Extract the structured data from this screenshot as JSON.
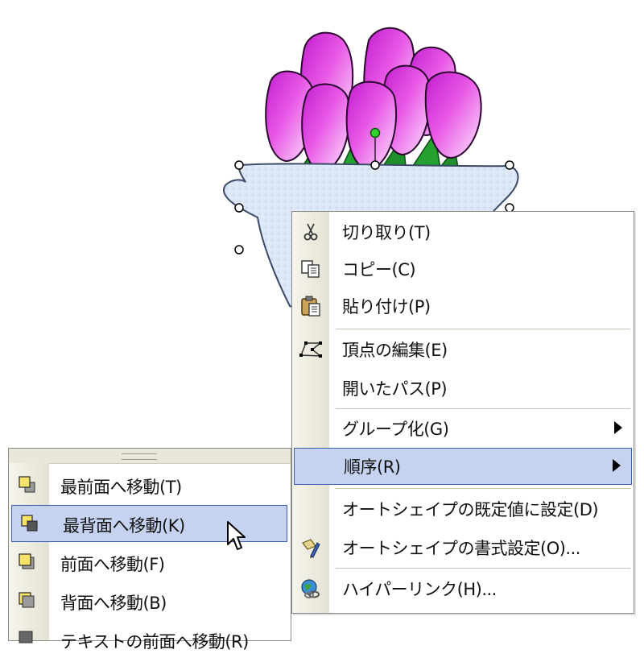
{
  "context_menu": {
    "items": [
      {
        "label": "切り取り(T)",
        "icon": "scissors-icon"
      },
      {
        "label": "コピー(C)",
        "icon": "copy-icon"
      },
      {
        "label": "貼り付け(P)",
        "icon": "paste-icon"
      },
      {
        "label": "頂点の編集(E)",
        "icon": "edit-points-icon"
      },
      {
        "label": "開いたパス(P)",
        "icon": ""
      },
      {
        "label": "グループ化(G)",
        "icon": "",
        "submenu": true
      },
      {
        "label": "順序(R)",
        "icon": "",
        "submenu": true,
        "selected": true
      },
      {
        "label": "オートシェイプの既定値に設定(D)",
        "icon": ""
      },
      {
        "label": "オートシェイプの書式設定(O)...",
        "icon": "format-autoshape-icon"
      },
      {
        "label": "ハイパーリンク(H)...",
        "icon": "hyperlink-globe-icon"
      }
    ]
  },
  "order_submenu": {
    "items": [
      {
        "label": "最前面へ移動(T)",
        "icon": "bring-to-front-icon"
      },
      {
        "label": "最背面へ移動(K)",
        "icon": "send-to-back-icon",
        "selected": true
      },
      {
        "label": "前面へ移動(F)",
        "icon": "bring-forward-icon"
      },
      {
        "label": "背面へ移動(B)",
        "icon": "send-backward-icon"
      },
      {
        "label": "テキストの前面へ移動(R)",
        "icon": "text-front-icon"
      }
    ]
  },
  "colors": {
    "menu_highlight": "#c5d3f0",
    "menu_highlight_border": "#3b5fb0",
    "tulip_pink": "#e24fe0",
    "vase_blue": "#d7e4f6"
  }
}
